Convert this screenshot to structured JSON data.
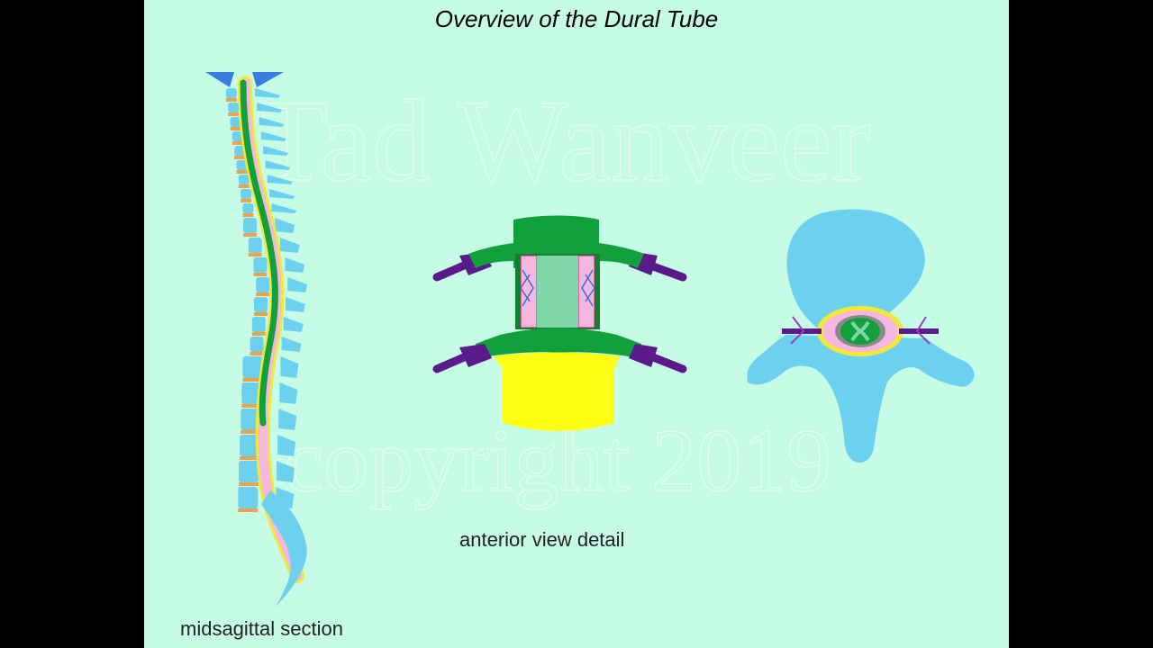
{
  "title": "Overview of the Dural Tube",
  "captions": {
    "midsagittal": "midsagittal section",
    "anterior": "anterior view detail"
  },
  "watermark": {
    "line1": "Tad Wanveer",
    "line2": "copyright 2019"
  },
  "colors": {
    "background": "#c6fbe6",
    "bone": "#6cd1ef",
    "dura_green": "#12a03c",
    "vertebral_body": "#ffff16",
    "nerve_purple": "#5a1a8c",
    "csf_pink": "#f3b7e0",
    "disc_orange": "#f0a24a"
  }
}
